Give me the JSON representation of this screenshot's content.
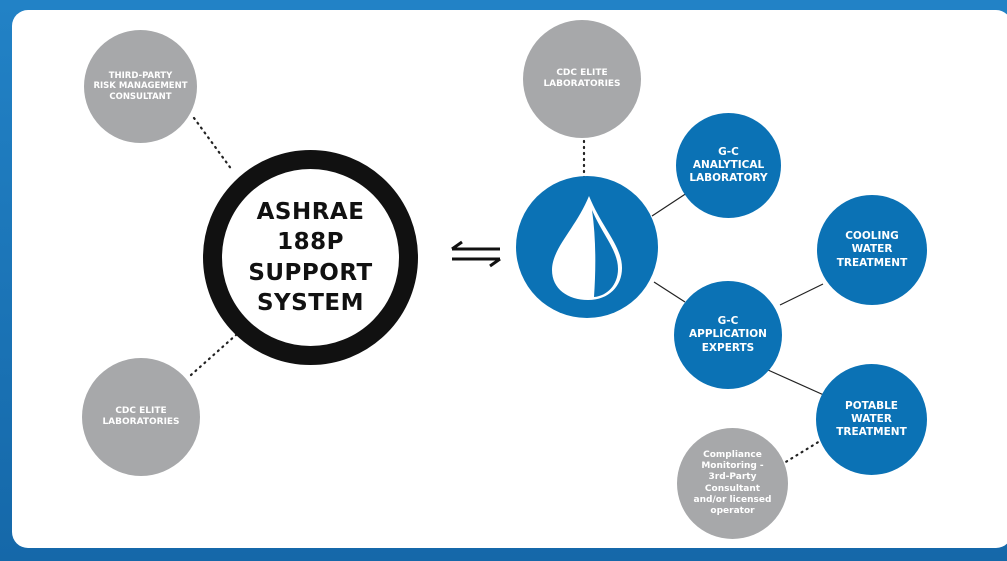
{
  "center": {
    "label": "ASHRAE\n188P\nSUPPORT\nSYSTEM"
  },
  "nodes": {
    "third_party": "THIRD-PARTY\nRISK MANAGEMENT\nCONSULTANT",
    "cdc_left": "CDC ELITE\nLABORATORIES",
    "cdc_top": "CDC ELITE\nLABORATORIES",
    "analytical": "G-C\nANALYTICAL\nLABORATORY",
    "cooling": "COOLING\nWATER\nTREATMENT",
    "application": "G-C\nAPPLICATION\nEXPERTS",
    "potable": "POTABLE\nWATER\nTREATMENT",
    "compliance": "Compliance\nMonitoring -\n3rd-Party\nConsultant\nand/or licensed\noperator"
  },
  "colors": {
    "background": "#1a74b8",
    "panel": "#ffffff",
    "grey_node": "#a7a8aa",
    "blue_node": "#0b72b5",
    "ring": "#111111"
  },
  "icons": {
    "logo": "drop-logo-icon",
    "exchange": "exchange-arrows-icon"
  }
}
